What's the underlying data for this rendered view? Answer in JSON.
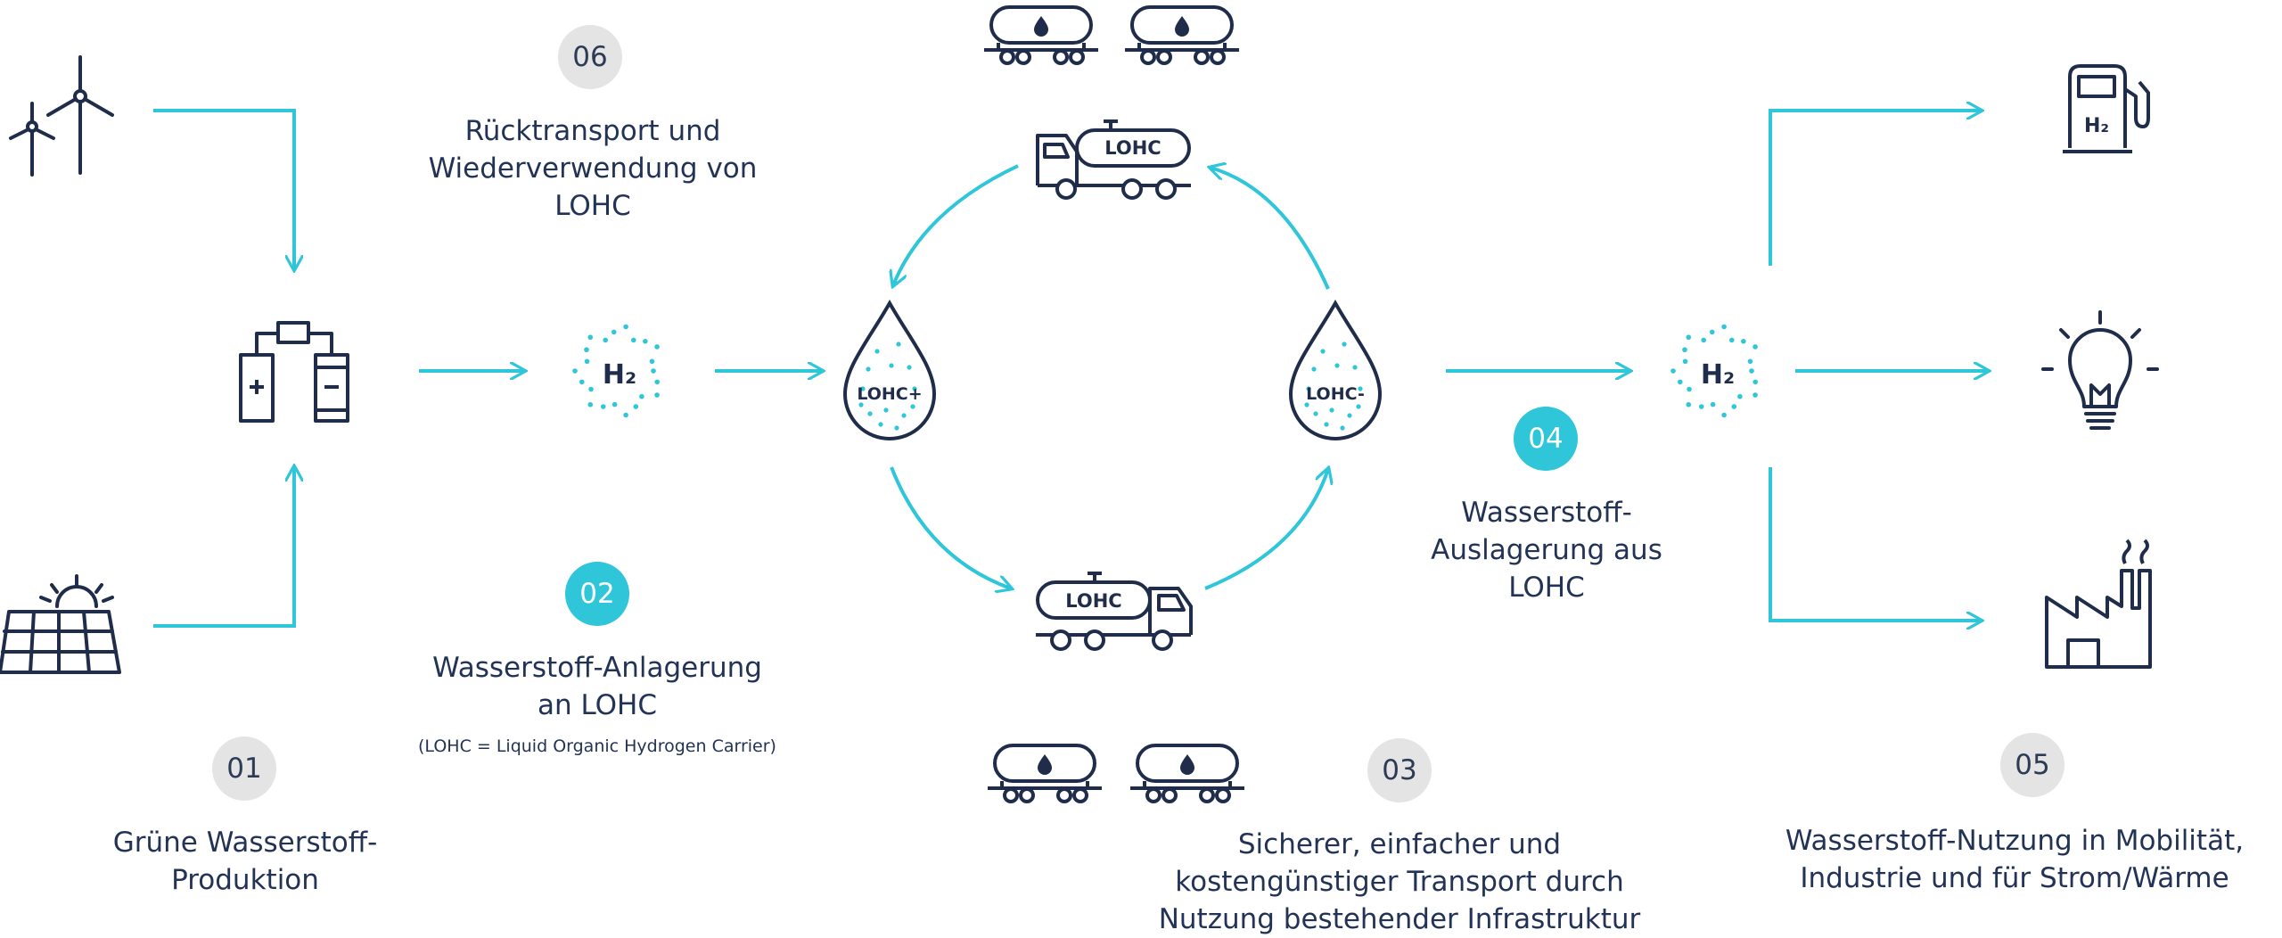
{
  "colors": {
    "accent": "#2ec6d8",
    "navy": "#1f2d4a",
    "badge_gray": "#e4e4e4"
  },
  "steps": [
    {
      "number": "01",
      "lines": [
        "Grüne Wasserstoff-",
        "Produktion"
      ]
    },
    {
      "number": "02",
      "lines": [
        "Wasserstoff-Anlagerung",
        "an LOHC"
      ],
      "note": "(LOHC = Liquid Organic Hydrogen Carrier)"
    },
    {
      "number": "03",
      "lines": [
        "Sicherer, einfacher und",
        "kostengünstiger Transport durch",
        "Nutzung bestehender Infrastruktur"
      ]
    },
    {
      "number": "04",
      "lines": [
        "Wasserstoff-",
        "Auslagerung aus",
        "LOHC"
      ]
    },
    {
      "number": "05",
      "lines": [
        "Wasserstoff-Nutzung in Mobilität,",
        "Industrie und für Strom/Wärme"
      ]
    },
    {
      "number": "06",
      "lines": [
        "Rücktransport und",
        "Wiederverwendung von",
        "LOHC"
      ]
    }
  ],
  "icon_labels": {
    "h2": "H₂",
    "h2_pump": "H₂",
    "lohc_plus": "LOHC+",
    "lohc_minus": "LOHC-",
    "truck_lohc": "LOHC"
  },
  "icons": [
    "wind-turbine-icon",
    "solar-panel-icon",
    "electrolyzer-icon",
    "h2-molecule-icon",
    "lohc-plus-drop-icon",
    "lohc-minus-drop-icon",
    "tank-truck-icon",
    "rail-tank-car-icon",
    "h2-fuel-pump-icon",
    "light-bulb-icon",
    "factory-icon"
  ]
}
